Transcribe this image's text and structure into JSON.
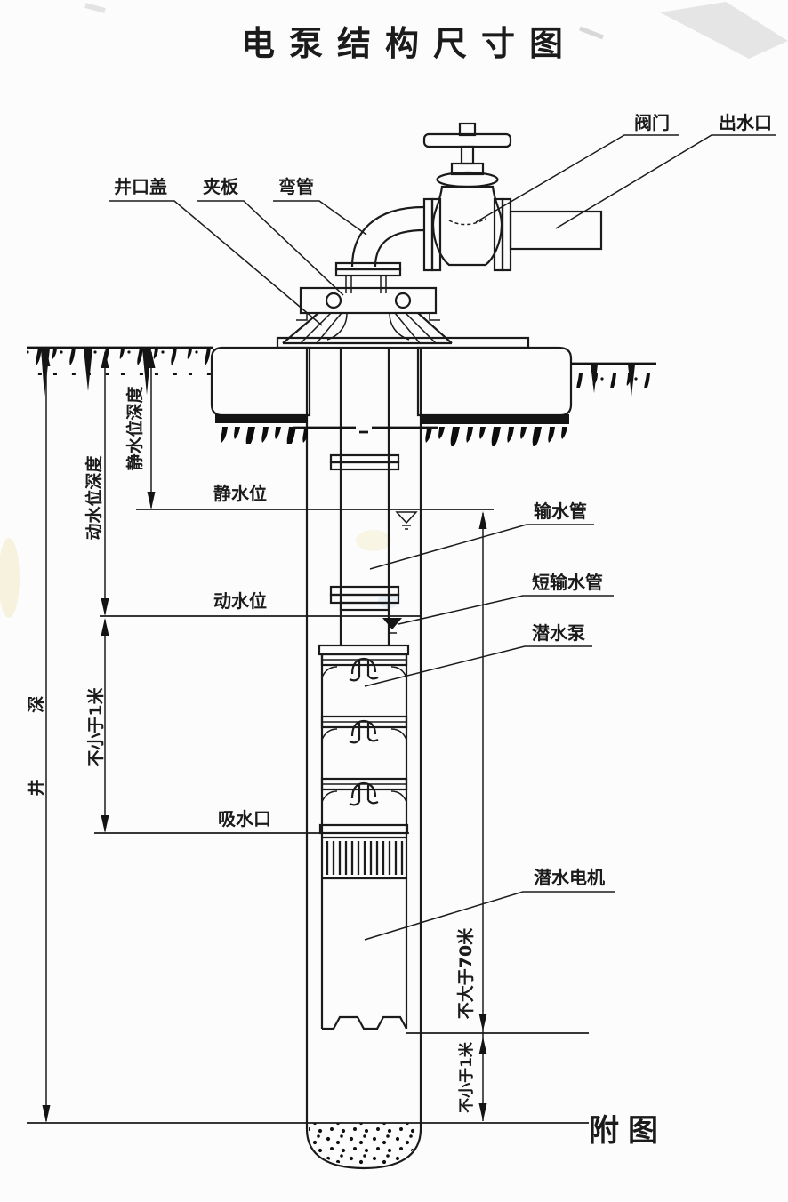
{
  "page": {
    "title": "电泵结构尺寸图",
    "caption": "附图",
    "background": "#fcfcfc",
    "line_color": "#1b1b1b"
  },
  "part_labels": {
    "valve": "阀门",
    "outlet": "出水口",
    "well_cover": "井口盖",
    "clamp_plate": "夹板",
    "elbow_pipe": "弯管",
    "static_water_level": "静水位",
    "delivery_pipe": "输水管",
    "dynamic_water_level": "动水位",
    "short_delivery_pipe": "短输水管",
    "submersible_pump": "潜水泵",
    "suction_inlet": "吸水口",
    "submersible_motor": "潜水电机"
  },
  "dimension_labels": {
    "static_level_depth": "静水位深度",
    "dynamic_level_depth": "动水位深度",
    "well_depth": "井 深",
    "not_less_than_1m_upper": "不小于1米",
    "not_more_than_70m": "不大于70米",
    "not_less_than_1m_lower": "不小于1米"
  }
}
